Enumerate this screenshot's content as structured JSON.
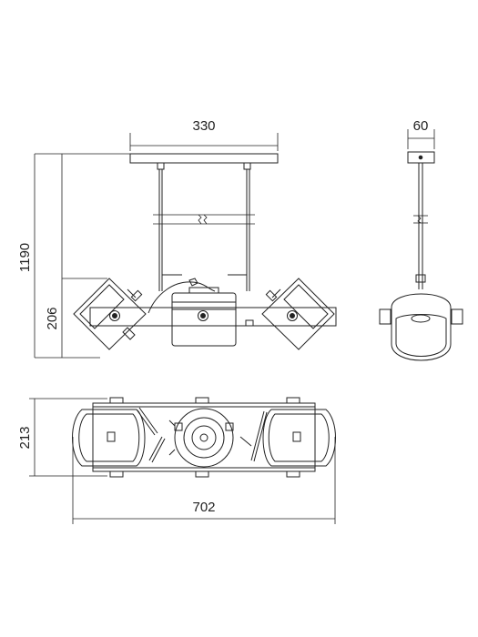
{
  "dimensions": {
    "top_width": "330",
    "side_width": "60",
    "total_height": "1190",
    "lamp_height": "206",
    "plan_depth": "213",
    "plan_length": "702"
  },
  "colors": {
    "line": "#222222",
    "background": "#ffffff"
  }
}
